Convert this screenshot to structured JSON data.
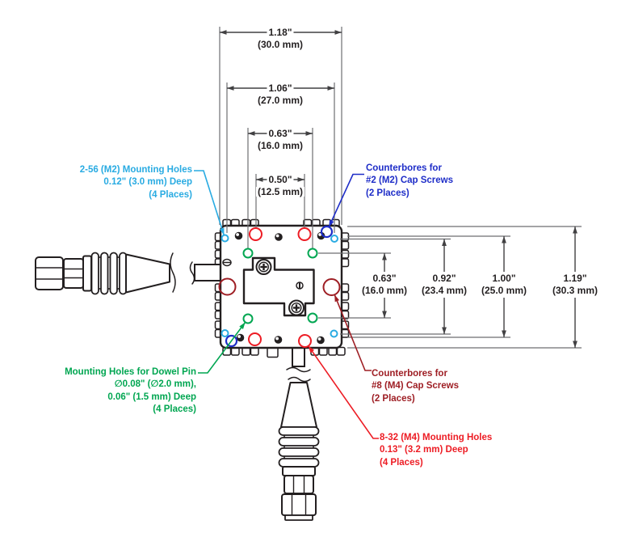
{
  "colors": {
    "cyan": "#29ABE2",
    "blue": "#1E2DC8",
    "green": "#00A651",
    "red": "#ED1C24",
    "dark_red": "#9E1E24",
    "ink": "#231F20",
    "dim_line": "#414042",
    "ext_line": "#6D6E71"
  },
  "dims_top": [
    {
      "in": "1.18\"",
      "mm": "(30.0 mm)"
    },
    {
      "in": "1.06\"",
      "mm": "(27.0 mm)"
    },
    {
      "in": "0.63\"",
      "mm": "(16.0 mm)"
    },
    {
      "in": "0.50\"",
      "mm": "(12.5 mm)"
    }
  ],
  "dims_right": [
    {
      "in": "0.63\"",
      "mm": "(16.0 mm)"
    },
    {
      "in": "0.92\"",
      "mm": "(23.4 mm)"
    },
    {
      "in": "1.00\"",
      "mm": "(25.0 mm)"
    },
    {
      "in": "1.19\"",
      "mm": "(30.3 mm)"
    }
  ],
  "callouts": {
    "m2_mounting": {
      "lines": [
        "2-56 (M2) Mounting Holes",
        "0.12\" (3.0 mm) Deep",
        "(4 Places)"
      ]
    },
    "m2_counterbores": {
      "lines": [
        "Counterbores for",
        "#2 (M2) Cap Screws",
        "(2 Places)"
      ]
    },
    "dowel_pin": {
      "lines": [
        "Mounting Holes for Dowel Pin",
        "∅0.08\" (∅2.0 mm),",
        "0.06\" (1.5 mm) Deep",
        "(4 Places)"
      ]
    },
    "m4_counterbores": {
      "lines": [
        "Counterbores  for",
        "#8 (M4) Cap Screws",
        "(2 Places)"
      ]
    },
    "m4_mounting": {
      "lines": [
        "8-32 (M4) Mounting Holes",
        "0.13\" (3.2 mm) Deep",
        "(4 Places)"
      ]
    }
  }
}
